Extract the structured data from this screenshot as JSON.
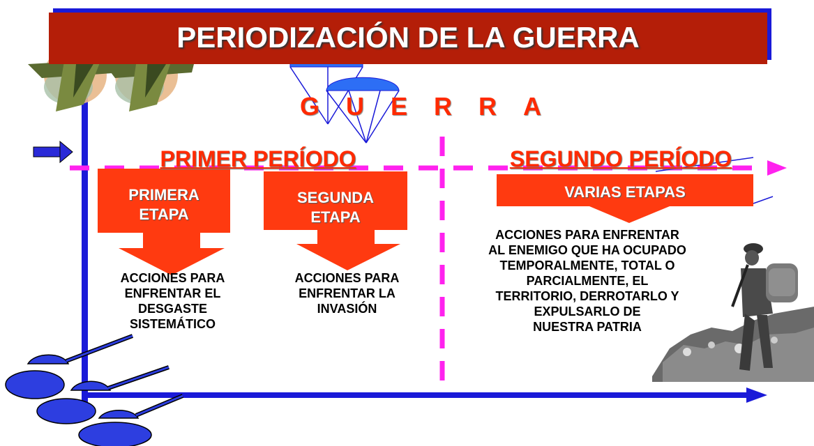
{
  "title": "PERIODIZACIÓN  DE LA GUERRA",
  "guerra_label": "GUERRA",
  "periods": {
    "first": "PRIMER  PERÍODO",
    "second": "SEGUNDO PERÍODO"
  },
  "stages": {
    "first": "PRIMERA\nETAPA",
    "second": "SEGUNDA\nETAPA",
    "various": "VARIAS ETAPAS"
  },
  "actions": {
    "first": "ACCIONES PARA\nENFRENTAR EL\nDESGASTE\nSISTEMÁTICO",
    "second": "ACCIONES PARA\nENFRENTAR LA\nINVASIÓN",
    "third": "ACCIONES PARA ENFRENTAR\nAL ENEMIGO QUE HA OCUPADO\nTEMPORALMENTE, TOTAL O\nPARCIALMENTE, EL\nTERRITORIO, DERROTARLO Y\nEXPULSARLO            DE\nNUESTRA PATRIA"
  },
  "colors": {
    "title_bg": "#b41e08",
    "accent_red": "#ff3a10",
    "axis_blue": "#1a1ad8",
    "dash_magenta": "#ff22ee"
  },
  "icons": [
    "aircraft-icon",
    "parachute-icon",
    "tank-icon",
    "soldier-photo",
    "pointer-arrow-icon"
  ]
}
